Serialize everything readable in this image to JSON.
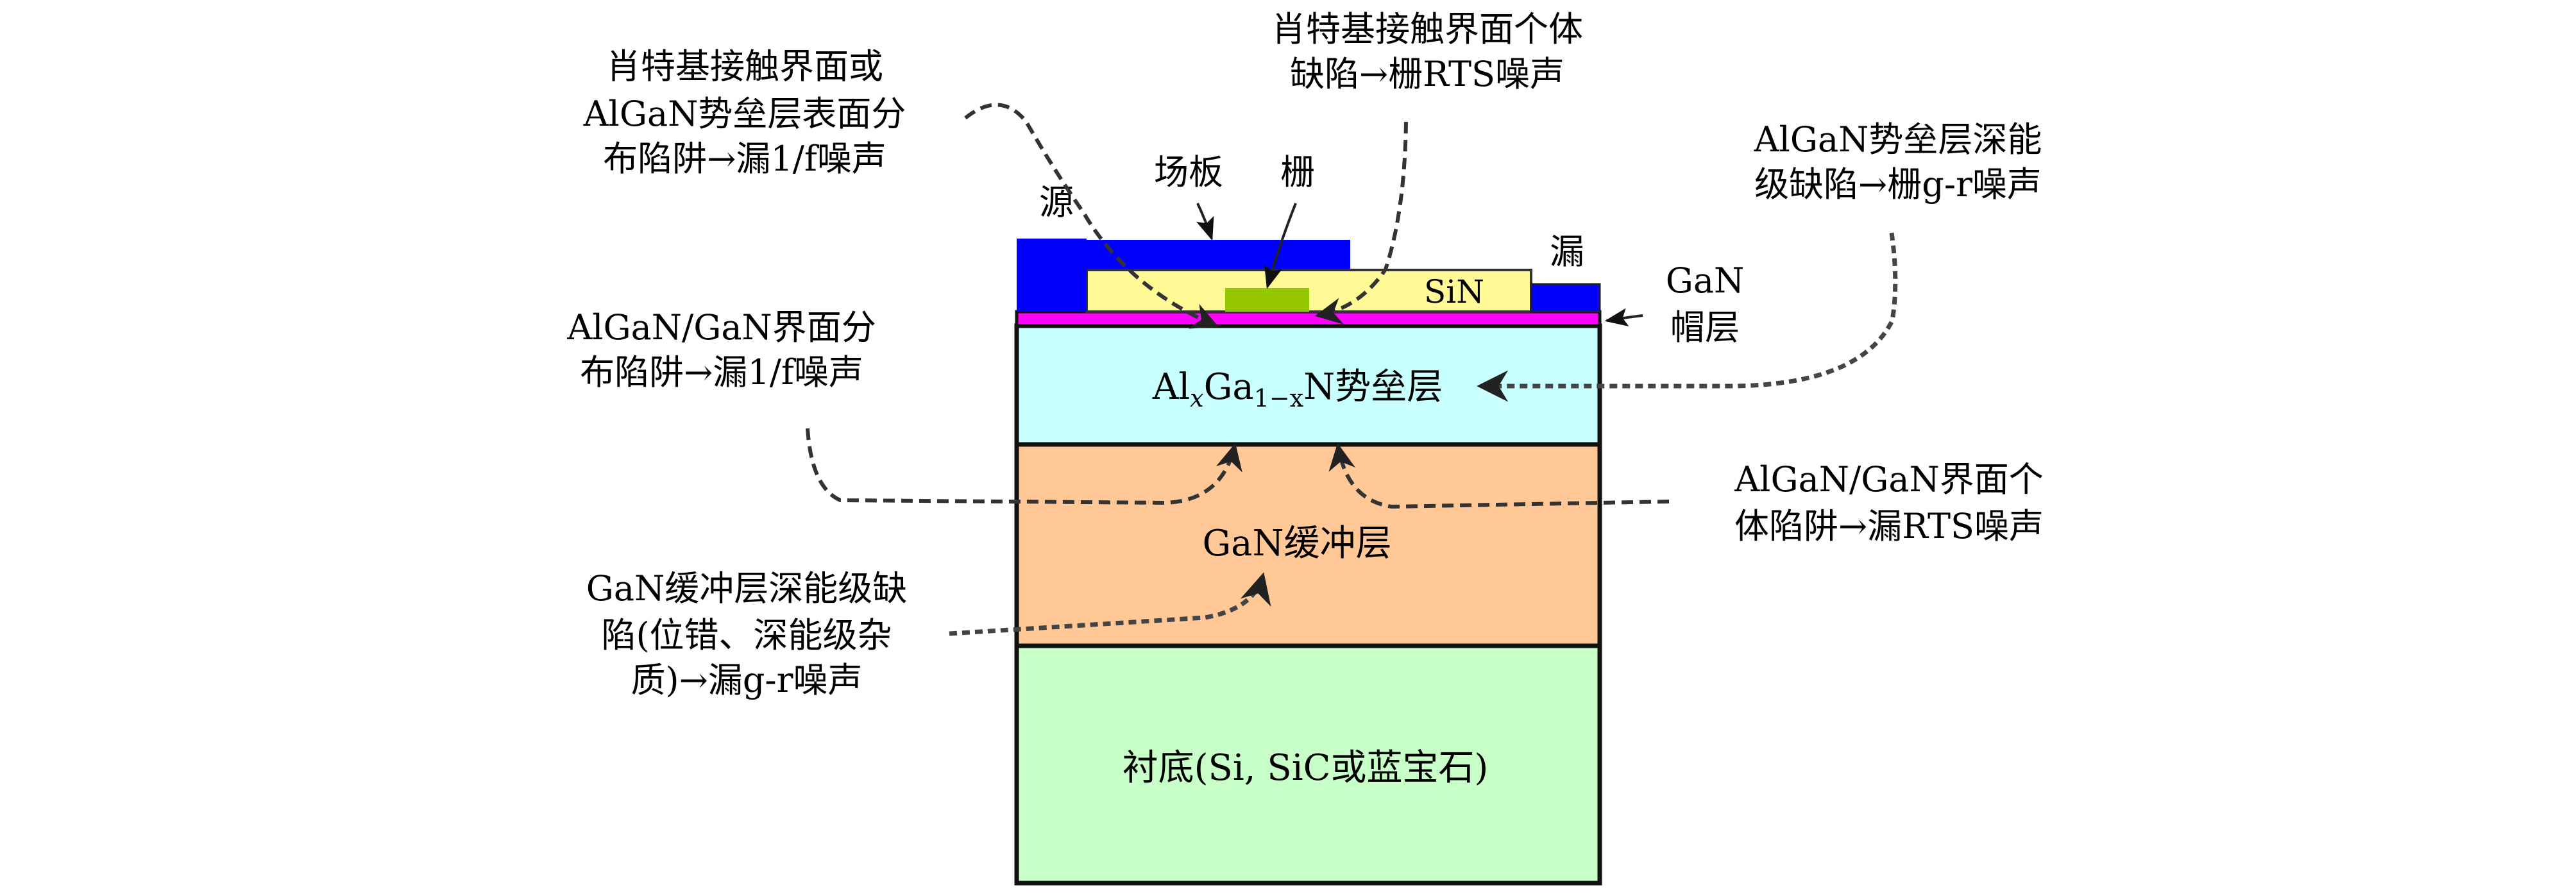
{
  "figure": {
    "type": "GaN HEMT cross-section with noise-source annotations",
    "layers": {
      "substrate": {
        "label": "衬底(Si, SiC或蓝宝石)",
        "color": "#c8ffc8"
      },
      "buffer": {
        "label": "GaN缓冲层",
        "color": "#ffc896"
      },
      "barrier": {
        "label_main": "Al",
        "sub1": "x",
        "label_mid": "Ga",
        "sub2": "1−x",
        "label_end": "N势垒层",
        "color": "#c8ffff"
      },
      "cap": {
        "label_line1": "GaN",
        "label_line2": "帽层",
        "color": "#ff00ff"
      },
      "passivation": {
        "label": "SiN",
        "color": "#fffa96"
      },
      "gate": {
        "label": "栅",
        "color": "#96c800"
      },
      "field_plate": {
        "label": "场板",
        "color": "#0000ff"
      },
      "source": {
        "label": "源",
        "color": "#0000ff"
      },
      "drain": {
        "label": "漏",
        "color": "#0000ff"
      }
    },
    "annotations": [
      {
        "id": "schottky-surface-traps",
        "lines": [
          "肖特基接触界面或",
          "AlGaN势垒层表面分",
          "布陷阱→漏1/f噪声"
        ]
      },
      {
        "id": "schottky-individual-defect",
        "lines": [
          "肖特基接触界面个体",
          "缺陷→栅RTS噪声"
        ]
      },
      {
        "id": "algan-deep-level",
        "lines": [
          "AlGaN势垒层深能",
          "级缺陷→栅g-r噪声"
        ]
      },
      {
        "id": "interface-distributed-traps",
        "lines": [
          "AlGaN/GaN界面分",
          "布陷阱→漏1/f噪声"
        ]
      },
      {
        "id": "interface-individual-traps",
        "lines": [
          "AlGaN/GaN界面个",
          "体陷阱→漏RTS噪声"
        ]
      },
      {
        "id": "buffer-deep-level",
        "lines": [
          "GaN缓冲层深能级缺",
          "陷(位错、深能级杂",
          "质)→漏g-r噪声"
        ]
      }
    ]
  }
}
